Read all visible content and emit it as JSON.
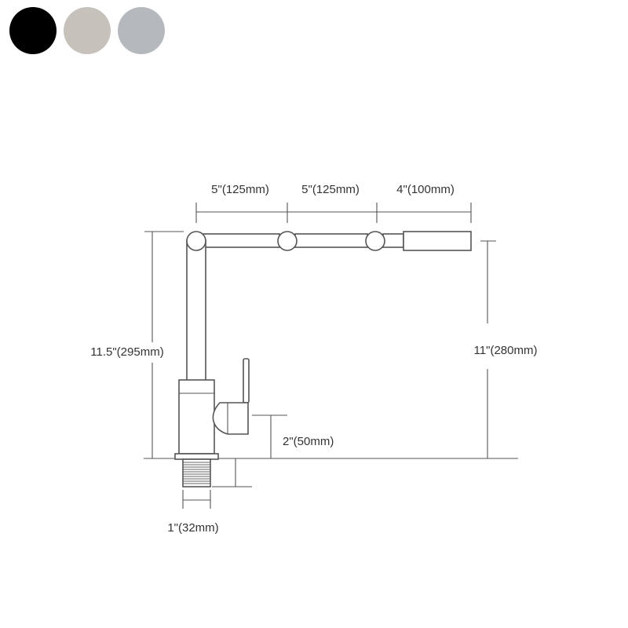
{
  "swatches": [
    {
      "name": "black",
      "color": "#000000"
    },
    {
      "name": "beige-gray",
      "color": "#c7c1bb"
    },
    {
      "name": "silver-gray",
      "color": "#b5b9be"
    }
  ],
  "dimensions": {
    "arm_segment_1": "5\"(125mm)",
    "arm_segment_2": "5\"(125mm)",
    "arm_segment_3": "4\"(100mm)",
    "total_height": "11.5\"(295mm)",
    "spout_height": "11\"(280mm)",
    "handle_height": "2\"(50mm)",
    "shank_diameter": "1\"(32mm)"
  }
}
